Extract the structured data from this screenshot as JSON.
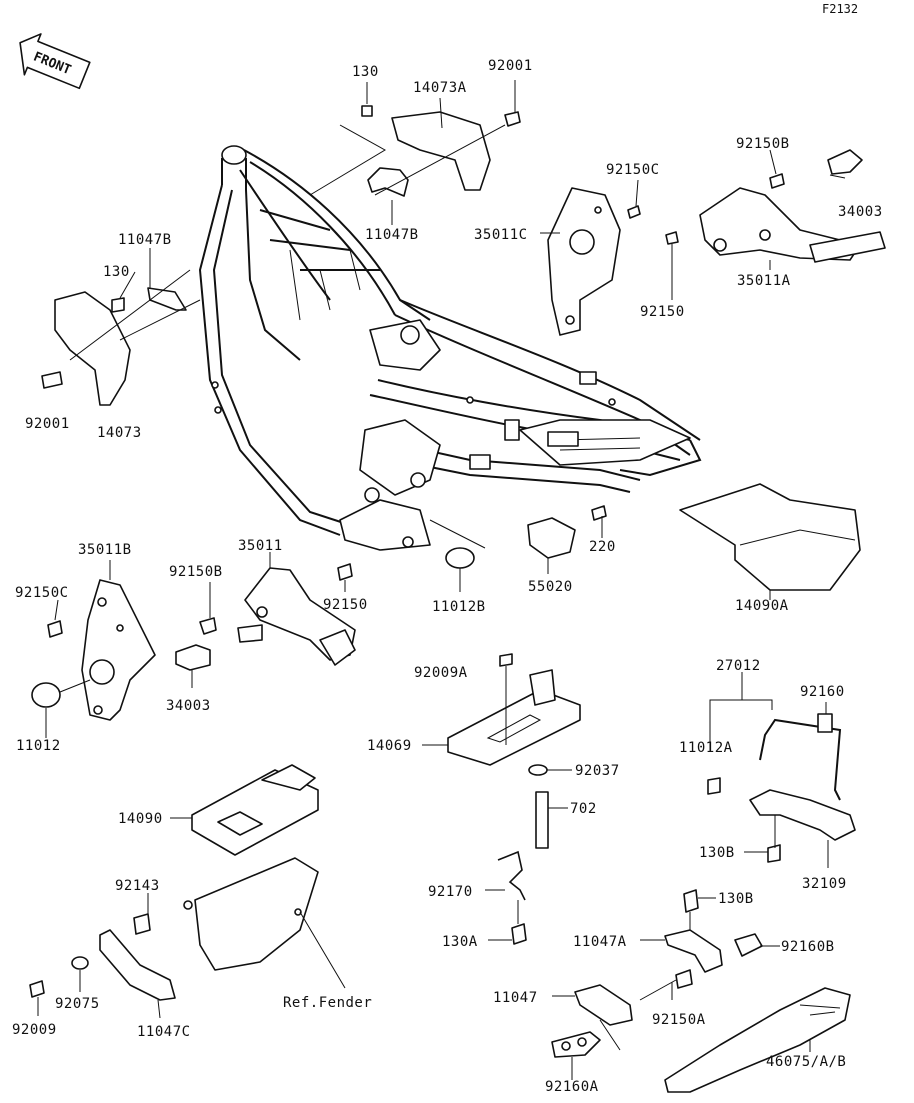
{
  "diagram_code": "F2132",
  "front_label": "FRONT",
  "fender_label": "Ref.Fender",
  "labels": {
    "p130_top": "130",
    "p14073A": "14073A",
    "p92001_top": "92001",
    "p11047B_top": "11047B",
    "p92150C_top": "92150C",
    "p35011C": "35011C",
    "p92150B_top": "92150B",
    "p34003_top": "34003",
    "p35011A": "35011A",
    "p92150_top": "92150",
    "p11047B_left": "11047B",
    "p130_left": "130",
    "p92001_left": "92001",
    "p14073": "14073",
    "p35011B": "35011B",
    "p92150C_left": "92150C",
    "p11012": "11012",
    "p35011": "35011",
    "p92150B_mid": "92150B",
    "p92150_mid": "92150",
    "p34003_mid": "34003",
    "p11012B": "11012B",
    "p55020": "55020",
    "p220": "220",
    "p14090A": "14090A",
    "p92009A": "92009A",
    "p14069": "14069",
    "p92037": "92037",
    "p702": "702",
    "p27012": "27012",
    "p92160": "92160",
    "p11012A": "11012A",
    "p130B_a": "130B",
    "p32109": "32109",
    "p14090": "14090",
    "p92143": "92143",
    "p92170": "92170",
    "p130A": "130A",
    "p130B_b": "130B",
    "p11047A": "11047A",
    "p92160B": "92160B",
    "p11047": "11047",
    "p92150A": "92150A",
    "p92075": "92075",
    "p92009": "92009",
    "p11047C": "11047C",
    "p92160A": "92160A",
    "p46075": "46075/A/B"
  }
}
